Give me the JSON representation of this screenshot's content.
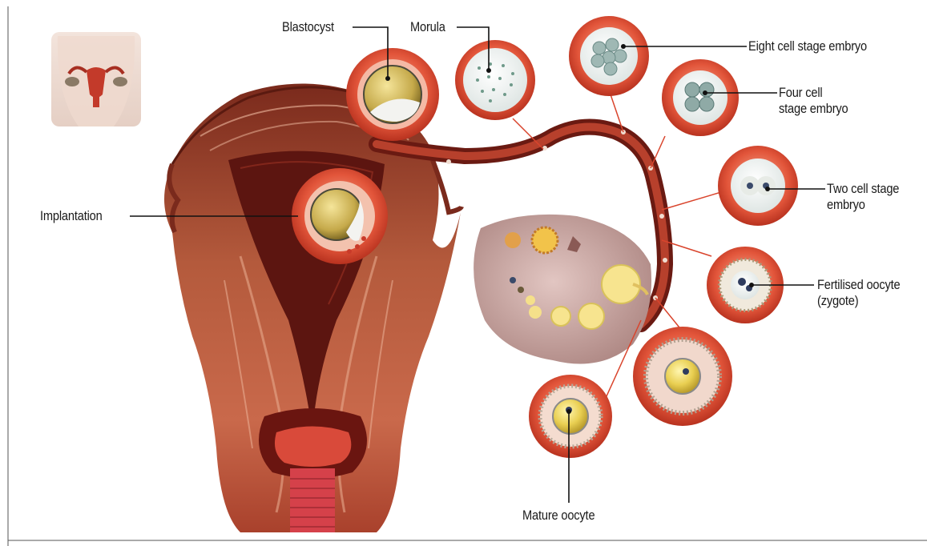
{
  "diagram": {
    "labels": {
      "blastocyst": "Blastocyst",
      "morula": "Morula",
      "eight_cell": "Eight cell stage embryo",
      "four_cell_line1": "Four cell",
      "four_cell_line2": "stage embryo",
      "two_cell_line1": "Two cell stage",
      "two_cell_line2": "embryo",
      "fertilised_line1": "Fertilised oocyte",
      "fertilised_line2": "(zygote)",
      "mature_oocyte": "Mature oocyte",
      "implantation": "Implantation"
    },
    "colors": {
      "uterus_dark": "#6b1a12",
      "uterus_mid": "#a8452e",
      "uterus_light": "#d98a6c",
      "circle_outer": "#d9442c",
      "circle_ring": "#f2a58e",
      "ovary": "#c9a4a0",
      "follicle": "#f3e48a",
      "leader": "#111111"
    }
  }
}
